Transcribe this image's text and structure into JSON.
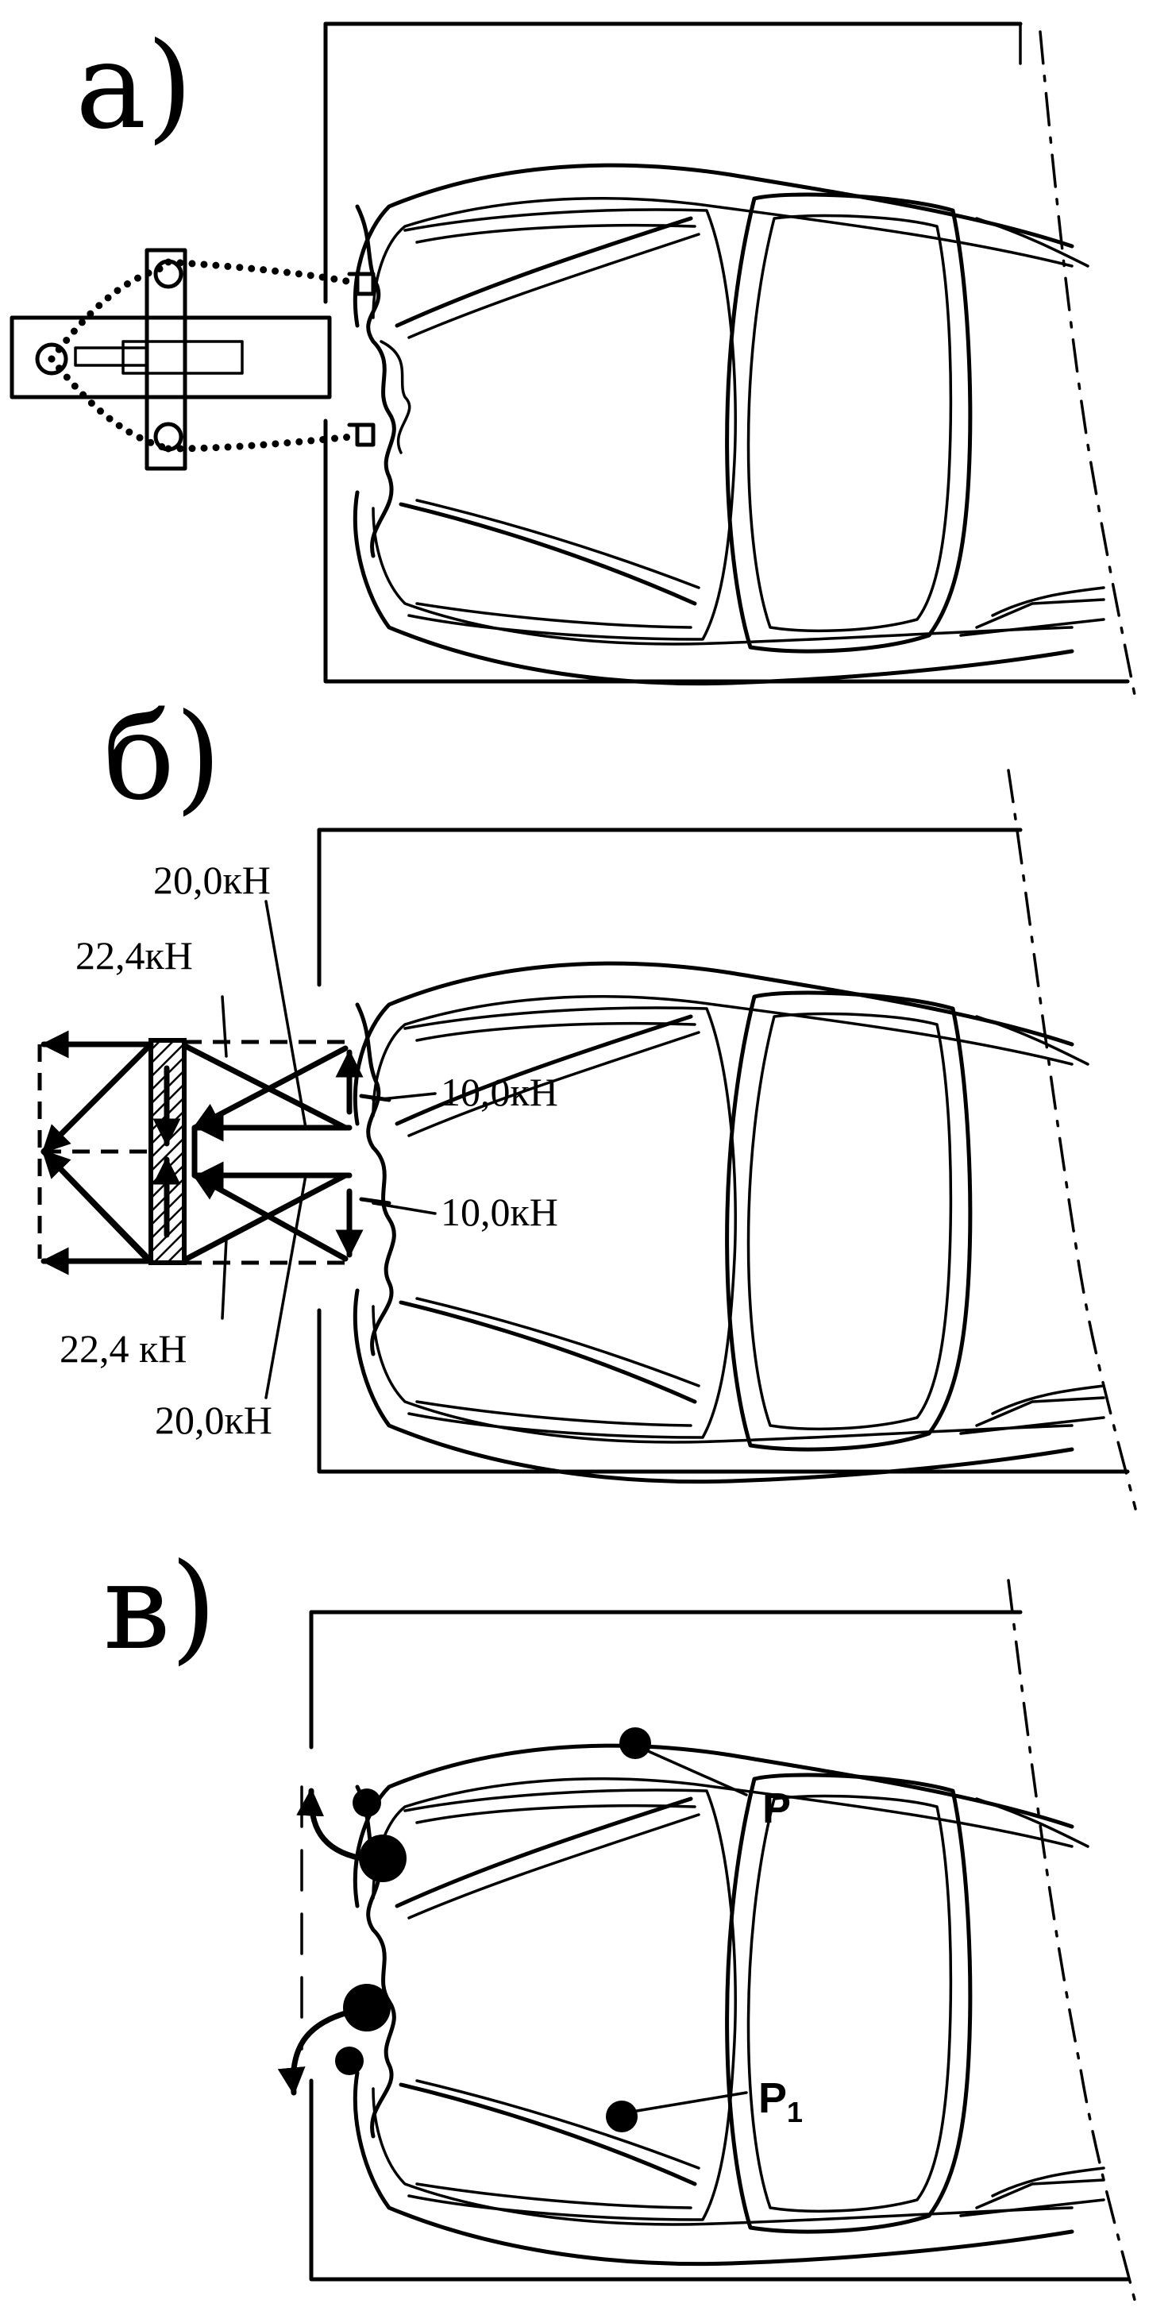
{
  "panels": {
    "a": {
      "label": "а)"
    },
    "b": {
      "label": "б)",
      "forces": {
        "top_pull": "20,0кН",
        "top_chain": "22,4кН",
        "top_clamp": "10,0кН",
        "bottom_clamp": "10,0кН",
        "bottom_chain": "22,4 кН",
        "bottom_pull": "20,0кН"
      }
    },
    "c": {
      "label": "в)",
      "points": {
        "upper": "P",
        "lower": "P",
        "lower_sub": "1"
      }
    }
  }
}
